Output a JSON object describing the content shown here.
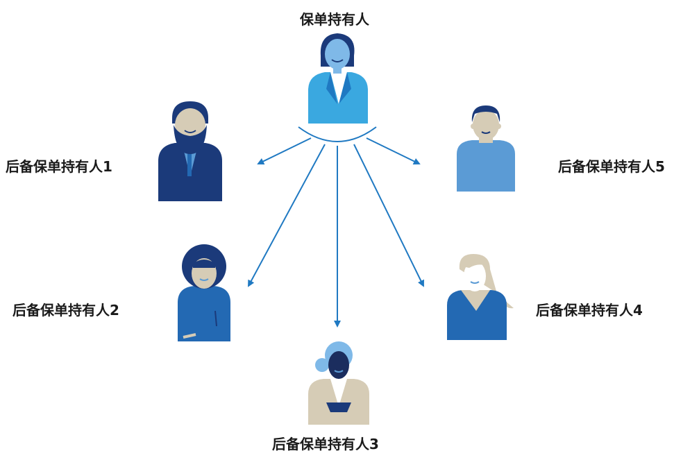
{
  "owner": {
    "label": "保单持有人"
  },
  "backups": [
    {
      "label": "后备保单持有人1"
    },
    {
      "label": "后备保单持有人2"
    },
    {
      "label": "后备保单持有人3"
    },
    {
      "label": "后备保单持有人4"
    },
    {
      "label": "后备保单持有人5"
    }
  ],
  "colors": {
    "arrow": "#1f79c2",
    "navy": "#1b3a7a",
    "blue": "#2369b3",
    "light_blue": "#5b9bd5",
    "cyan": "#3aa8e0",
    "skin": "#d6ccb6",
    "skin_dark": "#1b2d5e"
  }
}
